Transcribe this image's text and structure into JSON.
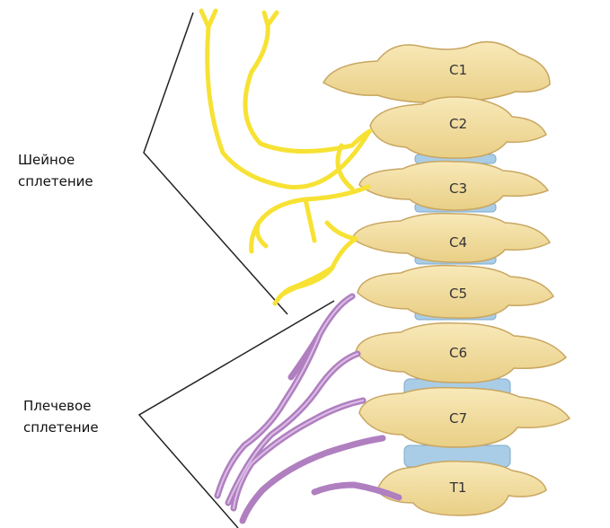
{
  "labels": {
    "cervical_plexus": [
      "Шейное",
      "сплетение"
    ],
    "brachial_plexus": [
      "Плечевое",
      "сплетение"
    ]
  },
  "vertebrae": [
    "C1",
    "C2",
    "C3",
    "C4",
    "C5",
    "C6",
    "C7",
    "T1"
  ],
  "colors": {
    "bone": "#f2dc9c",
    "bone_edge": "#c9a661",
    "disc": "#a9cde6",
    "cervical_nerve": "#f7e234",
    "brachial_nerve": "#b07fc0",
    "leader_line": "#222222"
  }
}
